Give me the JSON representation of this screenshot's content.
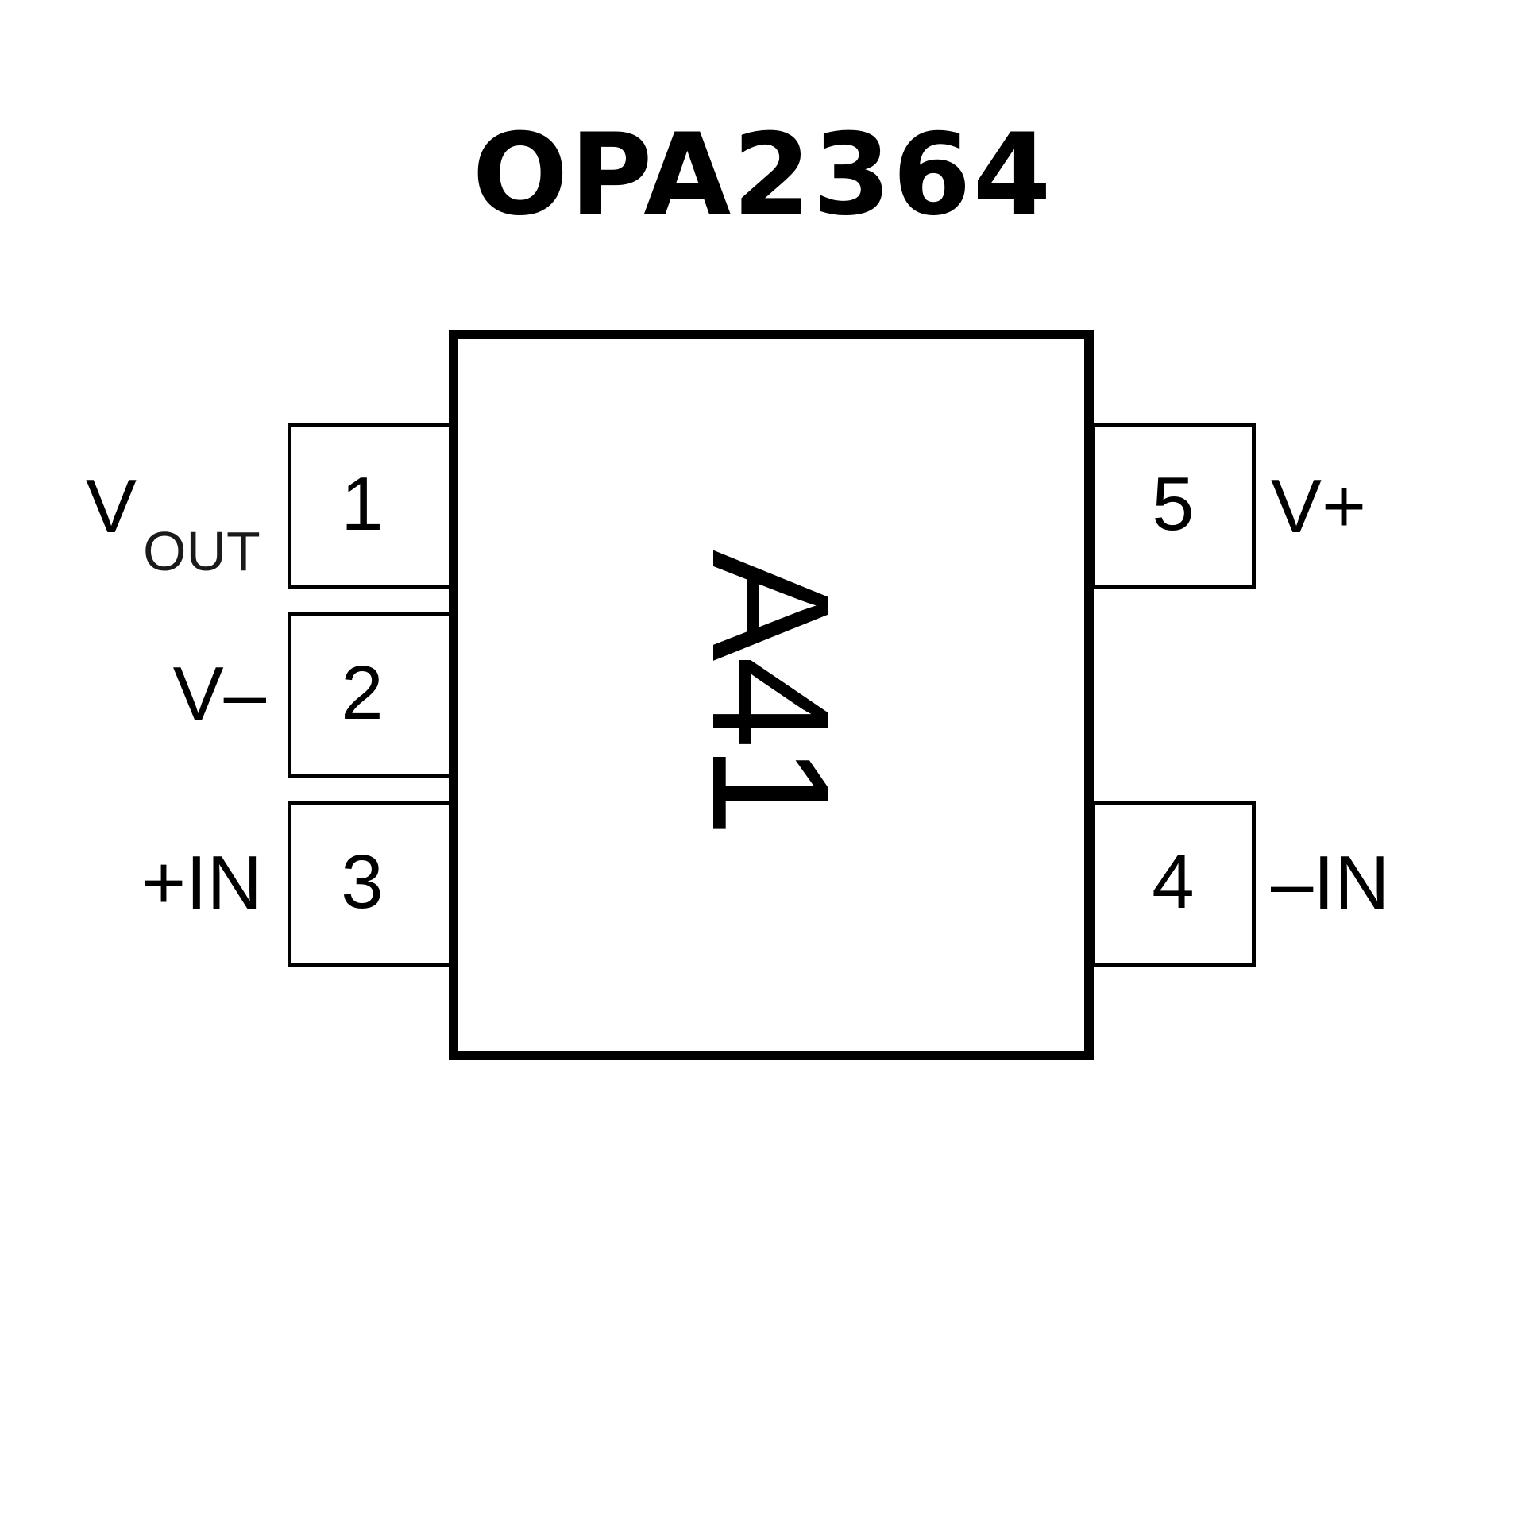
{
  "title": "OPA2364",
  "package_marking": "A41",
  "pins": {
    "p1": {
      "number": "1",
      "label": "V",
      "label_sub": "OUT"
    },
    "p2": {
      "number": "2",
      "label": "V–"
    },
    "p3": {
      "number": "3",
      "label": "+IN"
    },
    "p4": {
      "number": "4",
      "label": "–IN"
    },
    "p5": {
      "number": "5",
      "label": "V+"
    }
  }
}
